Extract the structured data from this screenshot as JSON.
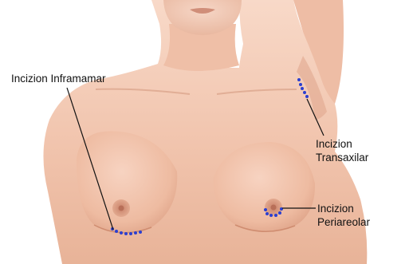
{
  "labels": {
    "inframamar": "Incizion Inframamar",
    "transaxilar_line1": "Incizion",
    "transaxilar_line2": "Transaxilar",
    "periareolar_line1": "Incizion",
    "periareolar_line2": "Periareolar"
  },
  "colors": {
    "background": "#ffffff",
    "skin_light": "#f6d2c0",
    "skin_mid": "#eab69e",
    "skin_shadow": "#d99b80",
    "areola": "#d9967c",
    "incision_dots": "#2b3fd0",
    "leader_line": "#111111",
    "label_text": "#111111"
  },
  "incisions": [
    {
      "name": "inframamar",
      "dots": 7
    },
    {
      "name": "transaxilar",
      "dots": 5
    },
    {
      "name": "periareolar",
      "dots": 6
    }
  ]
}
